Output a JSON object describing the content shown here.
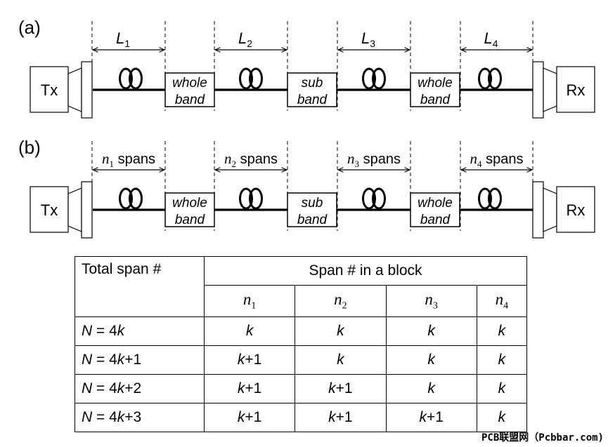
{
  "panel_a": {
    "label": "(a)",
    "segments": [
      {
        "name": "L",
        "sub": "1"
      },
      {
        "name": "L",
        "sub": "2"
      },
      {
        "name": "L",
        "sub": "3"
      },
      {
        "name": "L",
        "sub": "4"
      }
    ]
  },
  "panel_b": {
    "label": "(b)",
    "segments": [
      {
        "name": "n",
        "sub": "1",
        "suffix": " spans"
      },
      {
        "name": "n",
        "sub": "2",
        "suffix": " spans"
      },
      {
        "name": "n",
        "sub": "3",
        "suffix": " spans"
      },
      {
        "name": "n",
        "sub": "4",
        "suffix": " spans"
      }
    ]
  },
  "link": {
    "tx": "Tx",
    "rx": "Rx",
    "boxes": [
      {
        "line1": "whole",
        "line2": "band"
      },
      {
        "line1": "sub",
        "line2": "band"
      },
      {
        "line1": "whole",
        "line2": "band"
      }
    ]
  },
  "table": {
    "header_left": "Total span #",
    "header_top": "Span # in a block",
    "columns": [
      {
        "var": "n",
        "sub": "1"
      },
      {
        "var": "n",
        "sub": "2"
      },
      {
        "var": "n",
        "sub": "3"
      },
      {
        "var": "n",
        "sub": "4"
      }
    ],
    "rows": [
      {
        "var": "N",
        "eq": " = 4",
        "k": "k",
        "plus": "",
        "cells": [
          [
            "k",
            ""
          ],
          [
            "k",
            ""
          ],
          [
            "k",
            ""
          ],
          [
            "k",
            ""
          ]
        ]
      },
      {
        "var": "N",
        "eq": " = 4",
        "k": "k",
        "plus": "+1",
        "cells": [
          [
            "k",
            "+1"
          ],
          [
            "k",
            ""
          ],
          [
            "k",
            ""
          ],
          [
            "k",
            ""
          ]
        ]
      },
      {
        "var": "N",
        "eq": " = 4",
        "k": "k",
        "plus": "+2",
        "cells": [
          [
            "k",
            "+1"
          ],
          [
            "k",
            "+1"
          ],
          [
            "k",
            ""
          ],
          [
            "k",
            ""
          ]
        ]
      },
      {
        "var": "N",
        "eq": " = 4",
        "k": "k",
        "plus": "+3",
        "cells": [
          [
            "k",
            "+1"
          ],
          [
            "k",
            "+1"
          ],
          [
            "k",
            "+1"
          ],
          [
            "k",
            ""
          ]
        ]
      }
    ]
  },
  "watermark": "PCB联盟网（Pcbbar.com)"
}
